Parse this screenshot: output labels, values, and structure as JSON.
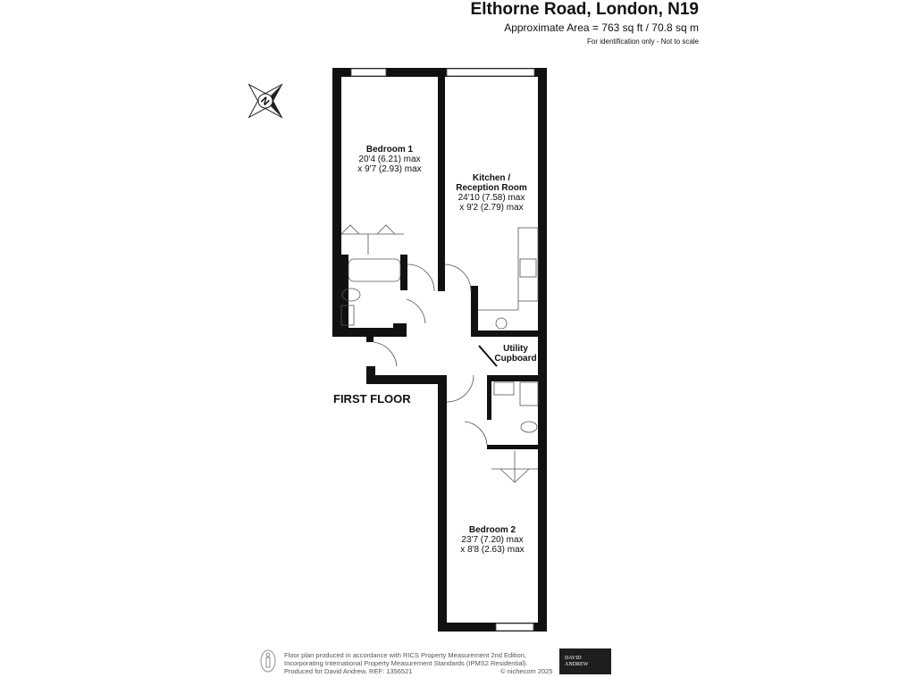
{
  "header": {
    "title": "Elthorne Road, London, N19",
    "area": "Approximate Area = 763 sq ft / 70.8 sq m",
    "note": "For identification only - Not to scale"
  },
  "rooms": [
    {
      "name": "Bedroom 1",
      "dim1": "20'4 (6.21) max",
      "dim2": "x 9'7 (2.93) max"
    },
    {
      "name": "Kitchen /",
      "name2": "Reception Room",
      "dim1": "24'10 (7.58) max",
      "dim2": "x 9'2 (2.79) max"
    },
    {
      "name": "Utility",
      "name2": "Cupboard"
    },
    {
      "name": "Bedroom 2",
      "dim1": "23'7 (7.20) max",
      "dim2": "x 8'8 (2.63) max"
    }
  ],
  "floor_label": "FIRST FLOOR",
  "compass": {
    "label": "N",
    "icon": "compass-icon"
  },
  "footer": {
    "line1": "Floor plan produced in accordance with RICS Property Measurement 2nd Edition,",
    "line2": "Incorporating International Property Measurement Standards (IPMS2 Residential).",
    "line3": "Produced for David Andrew.   REF:  1356521",
    "copyright": "© nichecom 2025",
    "logo_line1": "DAVID",
    "logo_line2": "ANDREW"
  }
}
